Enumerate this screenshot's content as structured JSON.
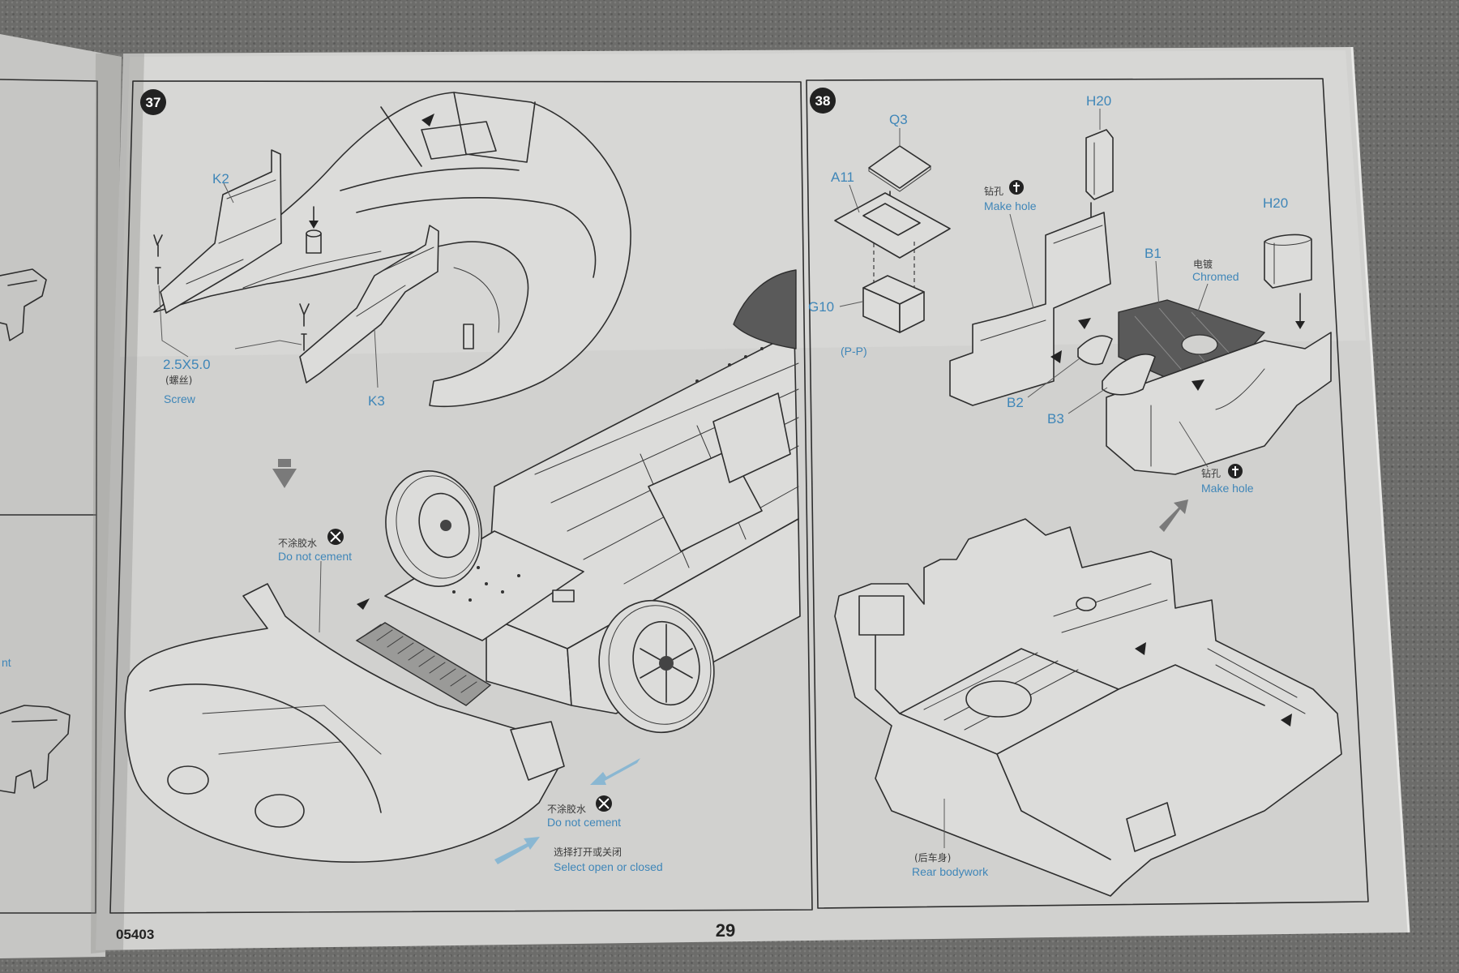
{
  "colors": {
    "carpet": "#6c6c6a",
    "paper": "#d1d1cf",
    "line": "#2e2e2e",
    "label_blue": "#3f86b8",
    "arrow_light_blue": "#8ab7d2"
  },
  "left_page": {
    "partial_text": "nt"
  },
  "step37": {
    "number": "37",
    "labels": {
      "k2": "K2",
      "k3": "K3",
      "screw_size": "2.5X5.0",
      "screw_cn": "(螺丝)",
      "screw_en": "Screw"
    },
    "notes": [
      {
        "cn": "不涂胶水",
        "en": "Do not cement",
        "icon": "no-glue-icon"
      },
      {
        "cn": "不涂胶水",
        "en": "Do not cement",
        "icon": "no-glue-icon"
      }
    ],
    "select_note": {
      "cn": "选择打开或关闭",
      "en": "Select open or closed"
    }
  },
  "step38": {
    "number": "38",
    "labels": {
      "q3": "Q3",
      "a11": "A11",
      "g10": "G10",
      "pp": "(P-P)",
      "h20_top": "H20",
      "h20_right": "H20",
      "b1": "B1",
      "b2": "B2",
      "b3": "B3"
    },
    "drill_notes": [
      {
        "cn": "钻孔",
        "en": "Make hole",
        "icon": "drill-icon"
      },
      {
        "cn": "钻孔",
        "en": "Make hole",
        "icon": "drill-icon"
      }
    ],
    "chrome_note": {
      "cn": "电镀",
      "en": "Chromed"
    },
    "rear_body": {
      "cn": "(后车身)",
      "en": "Rear bodywork"
    }
  },
  "footer": {
    "product_code": "05403",
    "page_number": "29"
  }
}
